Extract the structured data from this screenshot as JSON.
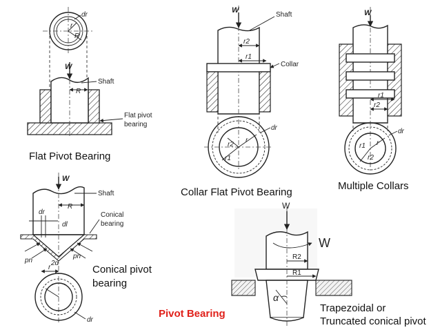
{
  "captions": {
    "flat_pivot": "Flat Pivot Bearing",
    "collar_flat_pivot": "Collar Flat Pivot Bearing",
    "multiple_collars": "Multiple Collars",
    "conical_pivot_line1": "Conical pivot",
    "conical_pivot_line2": "bearing",
    "pivot_bearing": "Pivot Bearing",
    "trapezoidal_line1": "Trapezoidal or",
    "trapezoidal_line2": "Truncated conical pivot"
  },
  "flat_pivot_labels": {
    "dr": "dr",
    "r": "r",
    "R_circle": "R",
    "W": "W",
    "shaft": "Shaft",
    "R": "R",
    "bearing_line1": "Flat pivot",
    "bearing_line2": "bearing"
  },
  "collar_labels": {
    "W": "W",
    "shaft": "Shaft",
    "r2": "r2",
    "r1": "r1",
    "collar": "Collar",
    "dr": "dr",
    "r": "r",
    "r2_circle": "r2",
    "r1_circle": "r1"
  },
  "multiple_collars_labels": {
    "W": "W",
    "r1": "r1",
    "r2": "r2",
    "dr": "dr",
    "r1_circle": "r1",
    "r": "r",
    "r2_circle": "r2"
  },
  "conical_labels": {
    "W": "W",
    "shaft": "Shaft",
    "R": "R",
    "dr": "dr",
    "dl": "dl",
    "conical_line1": "Conical",
    "conical_line2": "bearing",
    "pn_left": "pn",
    "two_alpha": "2α",
    "pn_right": "pn",
    "r": "r",
    "dr_bottom": "dr"
  },
  "trapezoidal_labels": {
    "W_top": "W",
    "W_right": "W",
    "R2": "R2",
    "R1": "R1",
    "alpha": "α"
  },
  "colors": {
    "title_red": "#e0201a",
    "ink": "#222222",
    "background": "#ffffff"
  }
}
